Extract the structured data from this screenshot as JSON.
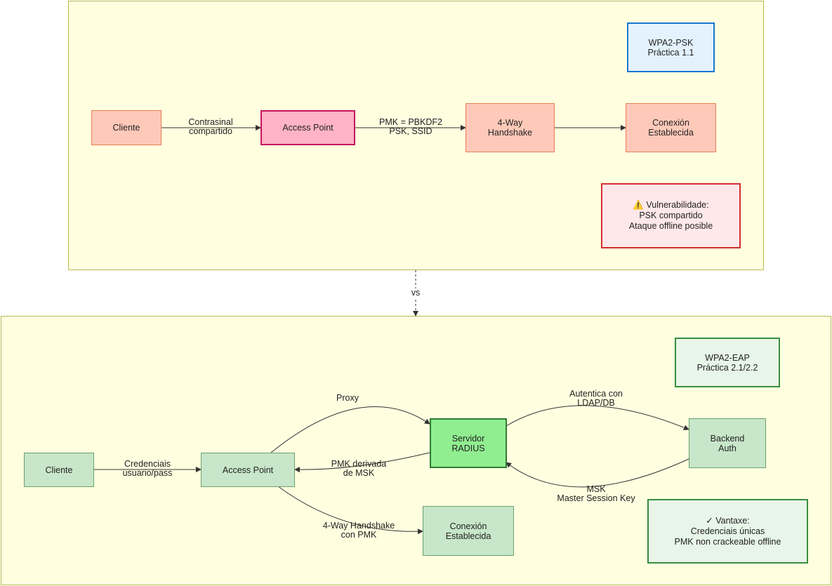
{
  "top": {
    "badge": "WPA2-PSK\nPráctica 1.1",
    "client": "Cliente",
    "ap": "Access Point",
    "handshake": "4-Way\nHandshake",
    "connection": "Conexión\nEstablecida",
    "warning": "⚠️ Vulnerabilidade:\nPSK compartido\nAtaque offline posible",
    "edge_client_ap": "Contrasinal\ncompartido",
    "edge_ap_hs": "PMK = PBKDF2\nPSK, SSID"
  },
  "vs_label": "vs",
  "bottom": {
    "badge": "WPA2-EAP\nPráctica 2.1/2.2",
    "client": "Cliente",
    "ap": "Access Point",
    "radius": "Servidor\nRADIUS",
    "backend": "Backend\nAuth",
    "connection": "Conexión\nEstablecida",
    "advantage": "✓ Vantaxe:\nCredenciais únicas\nPMK non crackeable offline",
    "edge_client_ap": "Credenciais\nusuario/pass",
    "edge_proxy": "Proxy",
    "edge_ldap": "Autentica con\nLDAP/DB",
    "edge_msk": "MSK\nMaster Session Key",
    "edge_pmk": "PMK derivada\nde MSK",
    "edge_handshake": "4-Way Handshake\ncon PMK"
  },
  "colors": {
    "panel_bg": "#ffffe0",
    "psk_node": "#ffc9b9",
    "psk_ap": "#ffb3c6",
    "eap_node": "#c8e6c9",
    "eap_radius": "#90ee90",
    "warning_bg": "#ffe8ea",
    "warning_border": "#d32f2f",
    "badge_blue": "#e3f2fd",
    "badge_green": "#e8f5e9"
  }
}
